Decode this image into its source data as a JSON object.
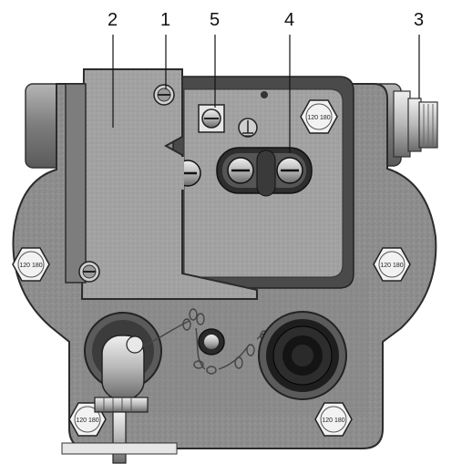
{
  "callouts": {
    "c1": "1",
    "c2": "2",
    "c3": "3",
    "c4": "4",
    "c5": "5"
  },
  "bolt_marking": "120 180",
  "colors": {
    "housing": "#8a8a8a",
    "housing_dark": "#555555",
    "cover": "#9a9a9a",
    "frame": "#4a4a4a",
    "metal_light": "#d8d8d8",
    "gland_black": "#1e1e1e",
    "outline": "#2b2b2b"
  }
}
